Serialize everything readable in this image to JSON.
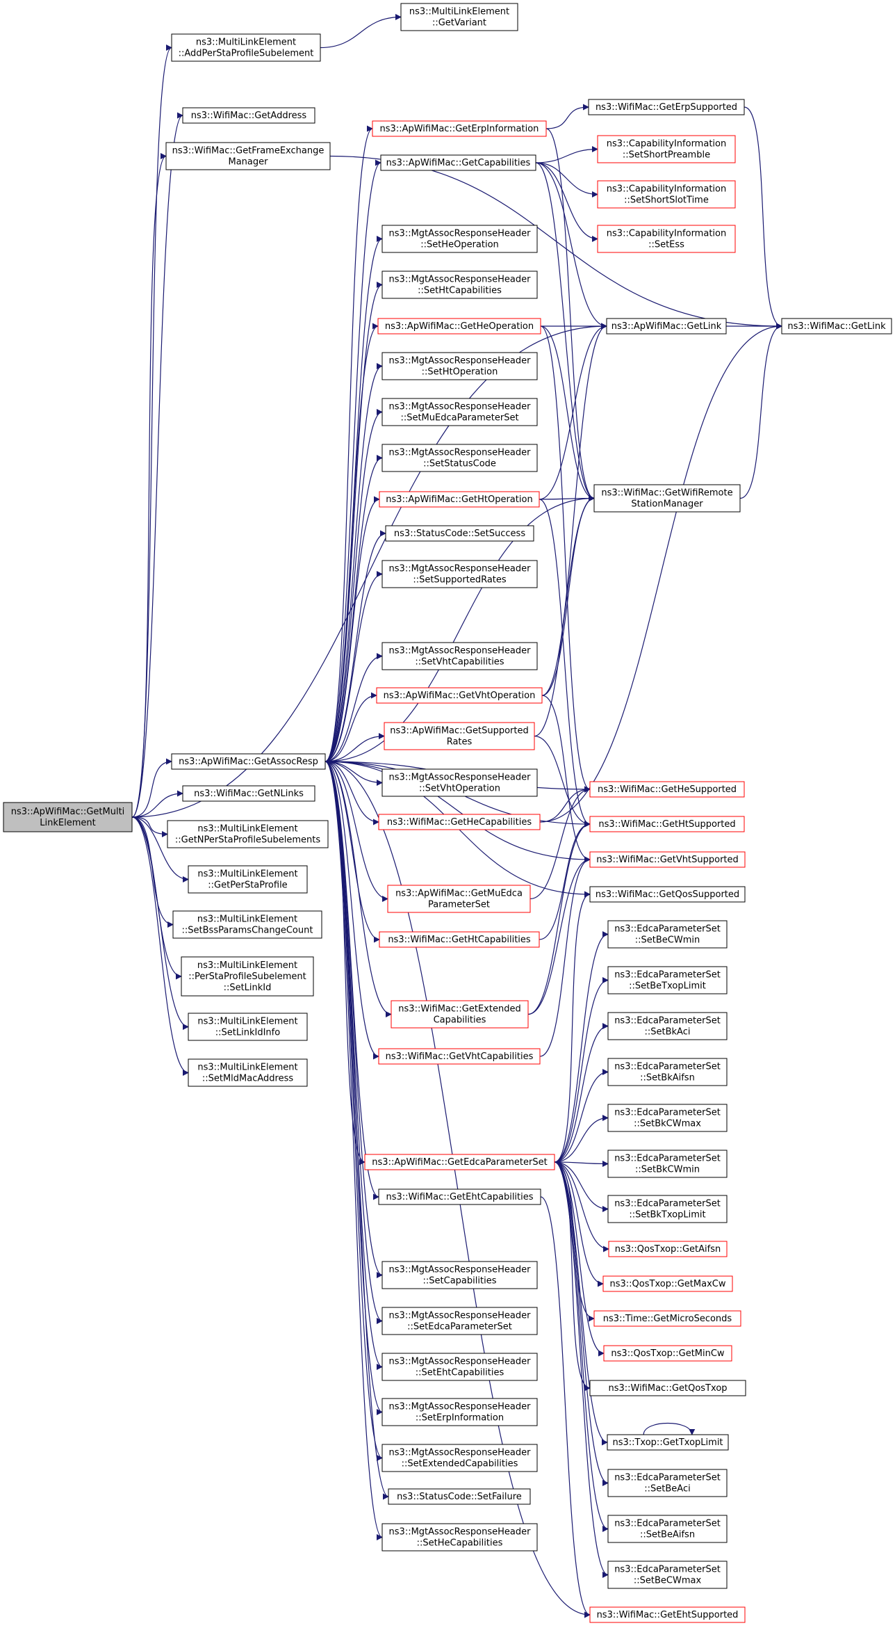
{
  "colors": {
    "edge": "#191970",
    "normal_border": "#000000",
    "truncated_border": "#ff0000",
    "root_fill": "#bfbfbf",
    "node_fill": "#ffffff"
  },
  "root": "n_root",
  "nodes": [
    {
      "id": "n_root",
      "kind": "root",
      "lines": [
        "ns3::ApWifiMac::GetMulti",
        "LinkElement"
      ]
    },
    {
      "id": "n_addper",
      "kind": "normal",
      "lines": [
        "ns3::MultiLinkElement",
        "::AddPerStaProfileSubelement"
      ]
    },
    {
      "id": "n_variant",
      "kind": "normal",
      "lines": [
        "ns3::MultiLinkElement",
        "::GetVariant"
      ]
    },
    {
      "id": "n_getaddr",
      "kind": "normal",
      "lines": [
        "ns3::WifiMac::GetAddress"
      ]
    },
    {
      "id": "n_fem",
      "kind": "normal",
      "lines": [
        "ns3::WifiMac::GetFrameExchange",
        "Manager"
      ]
    },
    {
      "id": "n_assoc",
      "kind": "normal",
      "lines": [
        "ns3::ApWifiMac::GetAssocResp"
      ]
    },
    {
      "id": "n_nlinks",
      "kind": "normal",
      "lines": [
        "ns3::WifiMac::GetNLinks"
      ]
    },
    {
      "id": "n_nper",
      "kind": "normal",
      "lines": [
        "ns3::MultiLinkElement",
        "::GetNPerStaProfileSubelements"
      ]
    },
    {
      "id": "n_perprof",
      "kind": "normal",
      "lines": [
        "ns3::MultiLinkElement",
        "::GetPerStaProfile"
      ]
    },
    {
      "id": "n_bssp",
      "kind": "normal",
      "lines": [
        "ns3::MultiLinkElement",
        "::SetBssParamsChangeCount"
      ]
    },
    {
      "id": "n_psplink",
      "kind": "normal",
      "lines": [
        "ns3::MultiLinkElement",
        "::PerStaProfileSubelement",
        "::SetLinkId"
      ]
    },
    {
      "id": "n_linkinfo",
      "kind": "normal",
      "lines": [
        "ns3::MultiLinkElement",
        "::SetLinkIdInfo"
      ]
    },
    {
      "id": "n_mld",
      "kind": "normal",
      "lines": [
        "ns3::MultiLinkElement",
        "::SetMldMacAddress"
      ]
    },
    {
      "id": "n_geterpinfo",
      "kind": "truncated",
      "lines": [
        "ns3::ApWifiMac::GetErpInformation"
      ]
    },
    {
      "id": "n_getcaps",
      "kind": "normal",
      "lines": [
        "ns3::ApWifiMac::GetCapabilities"
      ]
    },
    {
      "id": "n_sethe",
      "kind": "normal",
      "lines": [
        "ns3::MgtAssocResponseHeader",
        "::SetHeOperation"
      ]
    },
    {
      "id": "n_sethtcap",
      "kind": "normal",
      "lines": [
        "ns3::MgtAssocResponseHeader",
        "::SetHtCapabilities"
      ]
    },
    {
      "id": "n_getheop",
      "kind": "truncated",
      "lines": [
        "ns3::ApWifiMac::GetHeOperation"
      ]
    },
    {
      "id": "n_sethtop",
      "kind": "normal",
      "lines": [
        "ns3::MgtAssocResponseHeader",
        "::SetHtOperation"
      ]
    },
    {
      "id": "n_setmuedca",
      "kind": "normal",
      "lines": [
        "ns3::MgtAssocResponseHeader",
        "::SetMuEdcaParameterSet"
      ]
    },
    {
      "id": "n_setstatus",
      "kind": "normal",
      "lines": [
        "ns3::MgtAssocResponseHeader",
        "::SetStatusCode"
      ]
    },
    {
      "id": "n_gethtop",
      "kind": "truncated",
      "lines": [
        "ns3::ApWifiMac::GetHtOperation"
      ]
    },
    {
      "id": "n_setsuccess",
      "kind": "normal",
      "lines": [
        "ns3::StatusCode::SetSuccess"
      ]
    },
    {
      "id": "n_setsuprates",
      "kind": "normal",
      "lines": [
        "ns3::MgtAssocResponseHeader",
        "::SetSupportedRates"
      ]
    },
    {
      "id": "n_setvhtcap",
      "kind": "normal",
      "lines": [
        "ns3::MgtAssocResponseHeader",
        "::SetVhtCapabilities"
      ]
    },
    {
      "id": "n_getvhtop",
      "kind": "truncated",
      "lines": [
        "ns3::ApWifiMac::GetVhtOperation"
      ]
    },
    {
      "id": "n_getsuprates",
      "kind": "truncated",
      "lines": [
        "ns3::ApWifiMac::GetSupported",
        "Rates"
      ]
    },
    {
      "id": "n_setvhtop",
      "kind": "normal",
      "lines": [
        "ns3::MgtAssocResponseHeader",
        "::SetVhtOperation"
      ]
    },
    {
      "id": "n_gethecap",
      "kind": "truncated",
      "lines": [
        "ns3::WifiMac::GetHeCapabilities"
      ]
    },
    {
      "id": "n_getmuedca",
      "kind": "truncated",
      "lines": [
        "ns3::ApWifiMac::GetMuEdca",
        "ParameterSet"
      ]
    },
    {
      "id": "n_gethtcap",
      "kind": "truncated",
      "lines": [
        "ns3::WifiMac::GetHtCapabilities"
      ]
    },
    {
      "id": "n_getextcap",
      "kind": "truncated",
      "lines": [
        "ns3::WifiMac::GetExtended",
        "Capabilities"
      ]
    },
    {
      "id": "n_getvhtcap",
      "kind": "truncated",
      "lines": [
        "ns3::WifiMac::GetVhtCapabilities"
      ]
    },
    {
      "id": "n_getedca",
      "kind": "truncated",
      "lines": [
        "ns3::ApWifiMac::GetEdcaParameterSet"
      ]
    },
    {
      "id": "n_getehtcap",
      "kind": "normal",
      "lines": [
        "ns3::WifiMac::GetEhtCapabilities"
      ]
    },
    {
      "id": "n_setcaps",
      "kind": "normal",
      "lines": [
        "ns3::MgtAssocResponseHeader",
        "::SetCapabilities"
      ]
    },
    {
      "id": "n_setedca",
      "kind": "normal",
      "lines": [
        "ns3::MgtAssocResponseHeader",
        "::SetEdcaParameterSet"
      ]
    },
    {
      "id": "n_setehtcap",
      "kind": "normal",
      "lines": [
        "ns3::MgtAssocResponseHeader",
        "::SetEhtCapabilities"
      ]
    },
    {
      "id": "n_seterpinfo",
      "kind": "normal",
      "lines": [
        "ns3::MgtAssocResponseHeader",
        "::SetErpInformation"
      ]
    },
    {
      "id": "n_setextcap",
      "kind": "normal",
      "lines": [
        "ns3::MgtAssocResponseHeader",
        "::SetExtendedCapabilities"
      ]
    },
    {
      "id": "n_setfailure",
      "kind": "normal",
      "lines": [
        "ns3::StatusCode::SetFailure"
      ]
    },
    {
      "id": "n_sethecap",
      "kind": "normal",
      "lines": [
        "ns3::MgtAssocResponseHeader",
        "::SetHeCapabilities"
      ]
    },
    {
      "id": "n_geterpsup",
      "kind": "normal",
      "lines": [
        "ns3::WifiMac::GetErpSupported"
      ]
    },
    {
      "id": "n_shortpre",
      "kind": "truncated",
      "lines": [
        "ns3::CapabilityInformation",
        "::SetShortPreamble"
      ]
    },
    {
      "id": "n_shortslot",
      "kind": "truncated",
      "lines": [
        "ns3::CapabilityInformation",
        "::SetShortSlotTime"
      ]
    },
    {
      "id": "n_setess",
      "kind": "truncated",
      "lines": [
        "ns3::CapabilityInformation",
        "::SetEss"
      ]
    },
    {
      "id": "n_aplink",
      "kind": "normal",
      "lines": [
        "ns3::ApWifiMac::GetLink"
      ]
    },
    {
      "id": "n_wmlink",
      "kind": "normal",
      "lines": [
        "ns3::WifiMac::GetLink"
      ]
    },
    {
      "id": "n_rsm",
      "kind": "normal",
      "lines": [
        "ns3::WifiMac::GetWifiRemote",
        "StationManager"
      ]
    },
    {
      "id": "n_hesup",
      "kind": "truncated",
      "lines": [
        "ns3::WifiMac::GetHeSupported"
      ]
    },
    {
      "id": "n_htsup",
      "kind": "truncated",
      "lines": [
        "ns3::WifiMac::GetHtSupported"
      ]
    },
    {
      "id": "n_vhtsup",
      "kind": "truncated",
      "lines": [
        "ns3::WifiMac::GetVhtSupported"
      ]
    },
    {
      "id": "n_qossup",
      "kind": "normal",
      "lines": [
        "ns3::WifiMac::GetQosSupported"
      ]
    },
    {
      "id": "n_becwmin",
      "kind": "normal",
      "lines": [
        "ns3::EdcaParameterSet",
        "::SetBeCWmin"
      ]
    },
    {
      "id": "n_betxop",
      "kind": "normal",
      "lines": [
        "ns3::EdcaParameterSet",
        "::SetBeTxopLimit"
      ]
    },
    {
      "id": "n_bkaci",
      "kind": "normal",
      "lines": [
        "ns3::EdcaParameterSet",
        "::SetBkAci"
      ]
    },
    {
      "id": "n_bkaifsn",
      "kind": "normal",
      "lines": [
        "ns3::EdcaParameterSet",
        "::SetBkAifsn"
      ]
    },
    {
      "id": "n_bkcwmax",
      "kind": "normal",
      "lines": [
        "ns3::EdcaParameterSet",
        "::SetBkCWmax"
      ]
    },
    {
      "id": "n_bkcwmin",
      "kind": "normal",
      "lines": [
        "ns3::EdcaParameterSet",
        "::SetBkCWmin"
      ]
    },
    {
      "id": "n_bktxop",
      "kind": "normal",
      "lines": [
        "ns3::EdcaParameterSet",
        "::SetBkTxopLimit"
      ]
    },
    {
      "id": "n_getaifsn",
      "kind": "truncated",
      "lines": [
        "ns3::QosTxop::GetAifsn"
      ]
    },
    {
      "id": "n_getmaxcw",
      "kind": "truncated",
      "lines": [
        "ns3::QosTxop::GetMaxCw"
      ]
    },
    {
      "id": "n_micro",
      "kind": "truncated",
      "lines": [
        "ns3::Time::GetMicroSeconds"
      ]
    },
    {
      "id": "n_getmincw",
      "kind": "truncated",
      "lines": [
        "ns3::QosTxop::GetMinCw"
      ]
    },
    {
      "id": "n_getqostxop",
      "kind": "normal",
      "lines": [
        "ns3::WifiMac::GetQosTxop"
      ]
    },
    {
      "id": "n_txoplimit",
      "kind": "normal",
      "lines": [
        "ns3::Txop::GetTxopLimit"
      ]
    },
    {
      "id": "n_beaci",
      "kind": "normal",
      "lines": [
        "ns3::EdcaParameterSet",
        "::SetBeAci"
      ]
    },
    {
      "id": "n_beaifsn",
      "kind": "normal",
      "lines": [
        "ns3::EdcaParameterSet",
        "::SetBeAifsn"
      ]
    },
    {
      "id": "n_becwmax",
      "kind": "normal",
      "lines": [
        "ns3::EdcaParameterSet",
        "::SetBeCWmax"
      ]
    },
    {
      "id": "n_ehtsup",
      "kind": "truncated",
      "lines": [
        "ns3::WifiMac::GetEhtSupported"
      ]
    }
  ],
  "edges": [
    [
      "n_root",
      "n_addper"
    ],
    [
      "n_root",
      "n_getaddr"
    ],
    [
      "n_root",
      "n_fem"
    ],
    [
      "n_root",
      "n_aplink"
    ],
    [
      "n_root",
      "n_assoc"
    ],
    [
      "n_root",
      "n_nlinks"
    ],
    [
      "n_root",
      "n_nper"
    ],
    [
      "n_root",
      "n_perprof"
    ],
    [
      "n_root",
      "n_bssp"
    ],
    [
      "n_root",
      "n_psplink"
    ],
    [
      "n_root",
      "n_linkinfo"
    ],
    [
      "n_root",
      "n_mld"
    ],
    [
      "n_addper",
      "n_variant"
    ],
    [
      "n_fem",
      "n_wmlink"
    ],
    [
      "n_assoc",
      "n_geterpinfo"
    ],
    [
      "n_assoc",
      "n_getcaps"
    ],
    [
      "n_assoc",
      "n_sethe"
    ],
    [
      "n_assoc",
      "n_sethtcap"
    ],
    [
      "n_assoc",
      "n_getheop"
    ],
    [
      "n_assoc",
      "n_sethtop"
    ],
    [
      "n_assoc",
      "n_setmuedca"
    ],
    [
      "n_assoc",
      "n_setstatus"
    ],
    [
      "n_assoc",
      "n_gethtop"
    ],
    [
      "n_assoc",
      "n_setsuccess"
    ],
    [
      "n_assoc",
      "n_setsuprates"
    ],
    [
      "n_assoc",
      "n_rsm"
    ],
    [
      "n_assoc",
      "n_setvhtcap"
    ],
    [
      "n_assoc",
      "n_getvhtop"
    ],
    [
      "n_assoc",
      "n_getsuprates"
    ],
    [
      "n_assoc",
      "n_setvhtop"
    ],
    [
      "n_assoc",
      "n_gethecap"
    ],
    [
      "n_assoc",
      "n_hesup"
    ],
    [
      "n_assoc",
      "n_htsup"
    ],
    [
      "n_assoc",
      "n_vhtsup"
    ],
    [
      "n_assoc",
      "n_getmuedca"
    ],
    [
      "n_assoc",
      "n_gethtcap"
    ],
    [
      "n_assoc",
      "n_qossup"
    ],
    [
      "n_assoc",
      "n_getextcap"
    ],
    [
      "n_assoc",
      "n_getvhtcap"
    ],
    [
      "n_assoc",
      "n_getedca"
    ],
    [
      "n_assoc",
      "n_getehtcap"
    ],
    [
      "n_assoc",
      "n_setcaps"
    ],
    [
      "n_assoc",
      "n_setedca"
    ],
    [
      "n_assoc",
      "n_setehtcap"
    ],
    [
      "n_assoc",
      "n_seterpinfo"
    ],
    [
      "n_assoc",
      "n_setextcap"
    ],
    [
      "n_assoc",
      "n_setfailure"
    ],
    [
      "n_assoc",
      "n_sethecap"
    ],
    [
      "n_assoc",
      "n_ehtsup"
    ],
    [
      "n_geterpinfo",
      "n_geterpsup"
    ],
    [
      "n_geterpinfo",
      "n_rsm"
    ],
    [
      "n_getcaps",
      "n_shortpre"
    ],
    [
      "n_getcaps",
      "n_shortslot"
    ],
    [
      "n_getcaps",
      "n_setess"
    ],
    [
      "n_getcaps",
      "n_aplink"
    ],
    [
      "n_getcaps",
      "n_rsm"
    ],
    [
      "n_getheop",
      "n_aplink"
    ],
    [
      "n_getheop",
      "n_rsm"
    ],
    [
      "n_getheop",
      "n_hesup"
    ],
    [
      "n_gethtop",
      "n_rsm"
    ],
    [
      "n_gethtop",
      "n_aplink"
    ],
    [
      "n_gethtop",
      "n_htsup"
    ],
    [
      "n_getvhtop",
      "n_aplink"
    ],
    [
      "n_getvhtop",
      "n_rsm"
    ],
    [
      "n_getvhtop",
      "n_vhtsup"
    ],
    [
      "n_getsuprates",
      "n_rsm"
    ],
    [
      "n_getsuprates",
      "n_htsup"
    ],
    [
      "n_gethecap",
      "n_hesup"
    ],
    [
      "n_gethecap",
      "n_wmlink"
    ],
    [
      "n_getmuedca",
      "n_hesup"
    ],
    [
      "n_gethtcap",
      "n_htsup"
    ],
    [
      "n_getextcap",
      "n_htsup"
    ],
    [
      "n_getextcap",
      "n_vhtsup"
    ],
    [
      "n_getvhtcap",
      "n_vhtsup"
    ],
    [
      "n_getedca",
      "n_qossup"
    ],
    [
      "n_getedca",
      "n_becwmin"
    ],
    [
      "n_getedca",
      "n_betxop"
    ],
    [
      "n_getedca",
      "n_bkaci"
    ],
    [
      "n_getedca",
      "n_bkaifsn"
    ],
    [
      "n_getedca",
      "n_bkcwmax"
    ],
    [
      "n_getedca",
      "n_bkcwmin"
    ],
    [
      "n_getedca",
      "n_bktxop"
    ],
    [
      "n_getedca",
      "n_getaifsn"
    ],
    [
      "n_getedca",
      "n_getmaxcw"
    ],
    [
      "n_getedca",
      "n_micro"
    ],
    [
      "n_getedca",
      "n_getmincw"
    ],
    [
      "n_getedca",
      "n_getqostxop"
    ],
    [
      "n_getedca",
      "n_txoplimit"
    ],
    [
      "n_getedca",
      "n_beaci"
    ],
    [
      "n_getedca",
      "n_beaifsn"
    ],
    [
      "n_getedca",
      "n_becwmax"
    ],
    [
      "n_getehtcap",
      "n_ehtsup"
    ],
    [
      "n_geterpsup",
      "n_wmlink"
    ],
    [
      "n_aplink",
      "n_wmlink"
    ],
    [
      "n_rsm",
      "n_wmlink"
    ],
    [
      "n_txoplimit",
      "n_txoplimit"
    ]
  ]
}
